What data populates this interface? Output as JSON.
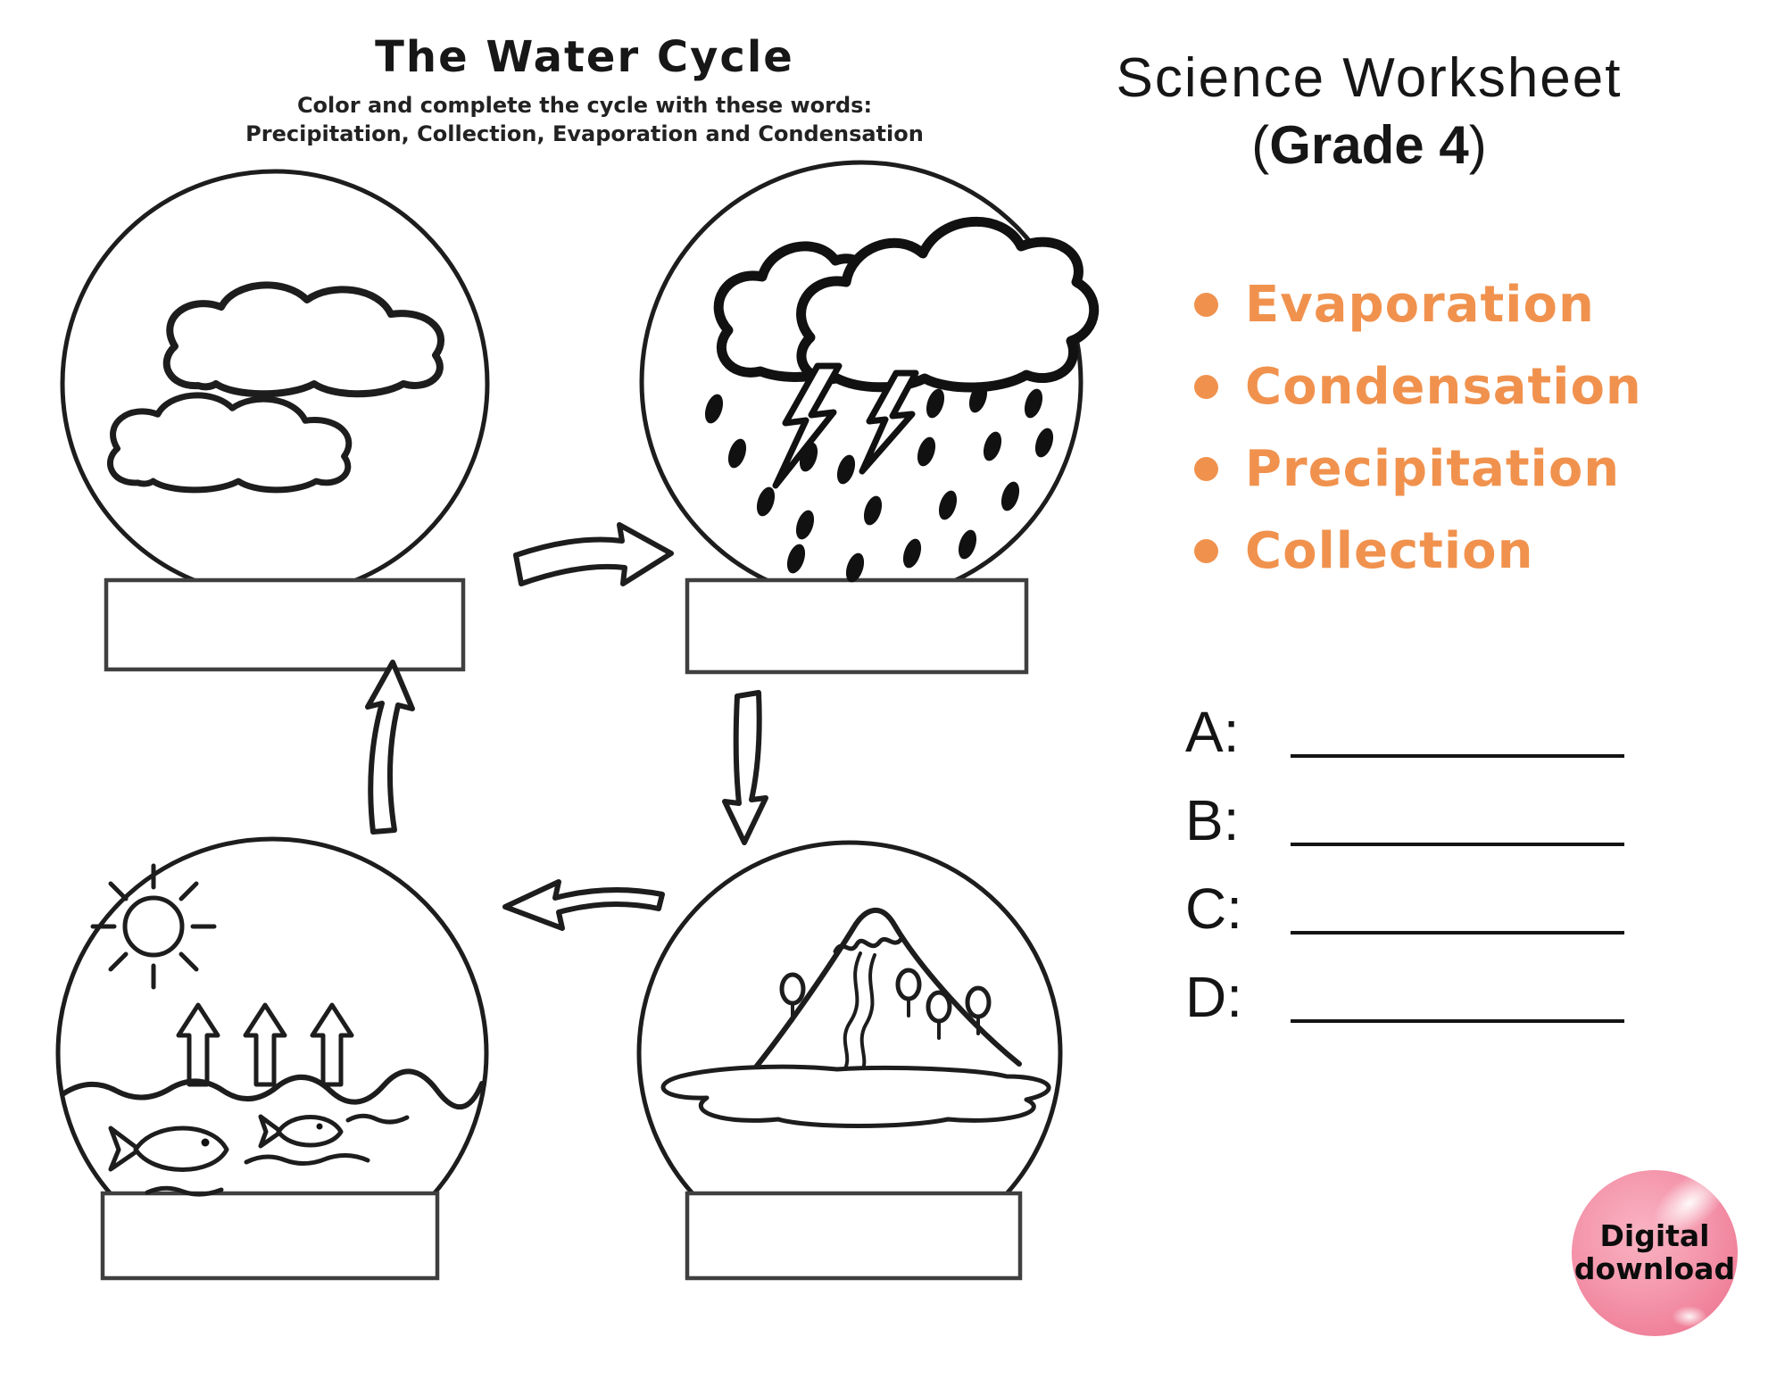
{
  "colors": {
    "accent_orange": "#F0924E",
    "badge_pink": "#F28FA6",
    "ink": "#141414"
  },
  "worksheet": {
    "title": "The Water Cycle",
    "subtitle_line1": "Color and complete the cycle with these words:",
    "subtitle_line2": "Precipitation, Collection, Evaporation and Condensation",
    "globes": [
      {
        "name": "clouds-globe",
        "label": ""
      },
      {
        "name": "storm-rain-globe",
        "label": ""
      },
      {
        "name": "sun-water-globe",
        "label": ""
      },
      {
        "name": "mountain-lake-globe",
        "label": ""
      }
    ]
  },
  "panel": {
    "heading": "Science Worksheet",
    "grade_open": "(",
    "grade_text": "Grade 4",
    "grade_close": ")",
    "word_bank": [
      "Evaporation",
      "Condensation",
      "Precipitation",
      "Collection"
    ],
    "answers": [
      {
        "label": "A:",
        "value": ""
      },
      {
        "label": "B:",
        "value": ""
      },
      {
        "label": "C:",
        "value": ""
      },
      {
        "label": "D:",
        "value": ""
      }
    ]
  },
  "badge": {
    "line1": "Digital",
    "line2": "download"
  }
}
